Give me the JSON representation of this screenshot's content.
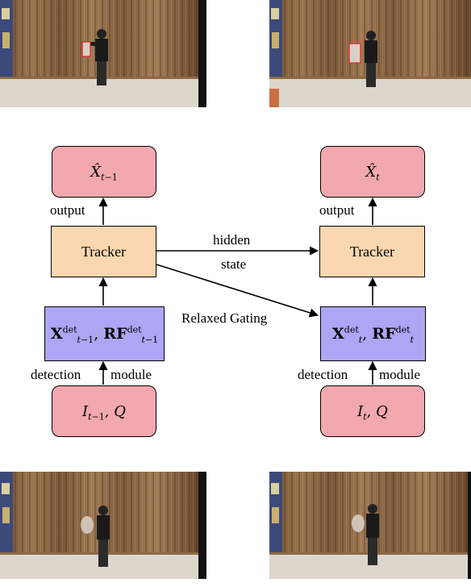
{
  "output_label": "output",
  "tracker_label": "Tracker",
  "hidden_state_line1": "hidden",
  "hidden_state_line2": "state",
  "relaxed_gating_label": "Relaxed Gating",
  "detection_label": "detection",
  "module_label": "module",
  "colors": {
    "output_box": "#f2a8ae",
    "tracker_box": "#fad7b0",
    "detection_box": "#aca6f5",
    "input_box": "#f2a8ae",
    "bbox": "#e03030"
  }
}
